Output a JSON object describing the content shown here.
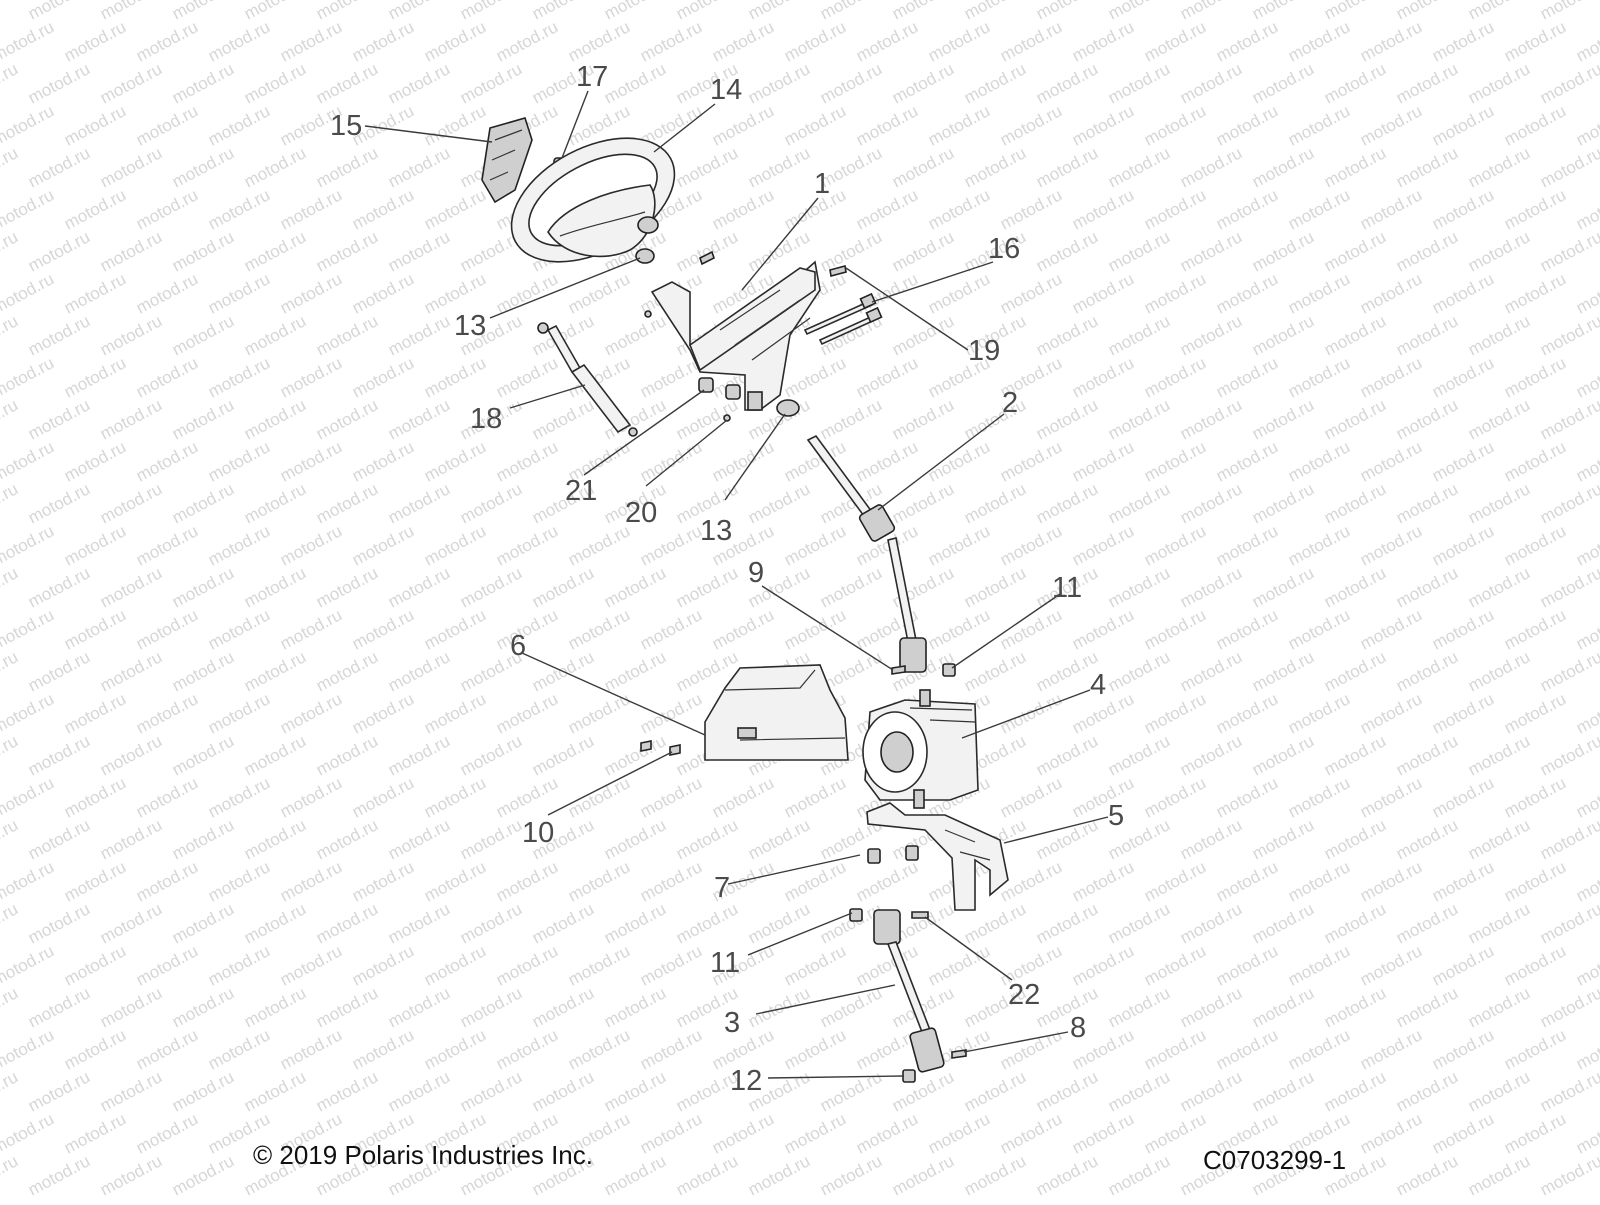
{
  "watermark": "motod.ru",
  "footer": {
    "copyright": "© 2019 Polaris Industries Inc.",
    "drawing_code": "C0703299-1"
  },
  "callouts": [
    {
      "id": "c1",
      "label": "1"
    },
    {
      "id": "c2",
      "label": "2"
    },
    {
      "id": "c3",
      "label": "3"
    },
    {
      "id": "c4",
      "label": "4"
    },
    {
      "id": "c5",
      "label": "5"
    },
    {
      "id": "c6",
      "label": "6"
    },
    {
      "id": "c7",
      "label": "7"
    },
    {
      "id": "c8",
      "label": "8"
    },
    {
      "id": "c9",
      "label": "9"
    },
    {
      "id": "c10",
      "label": "10"
    },
    {
      "id": "c11a",
      "label": "11"
    },
    {
      "id": "c11b",
      "label": "11"
    },
    {
      "id": "c12",
      "label": "12"
    },
    {
      "id": "c13a",
      "label": "13"
    },
    {
      "id": "c13b",
      "label": "13"
    },
    {
      "id": "c14",
      "label": "14"
    },
    {
      "id": "c15",
      "label": "15"
    },
    {
      "id": "c16",
      "label": "16"
    },
    {
      "id": "c17",
      "label": "17"
    },
    {
      "id": "c18",
      "label": "18"
    },
    {
      "id": "c19",
      "label": "19"
    },
    {
      "id": "c20",
      "label": "20"
    },
    {
      "id": "c21",
      "label": "21"
    },
    {
      "id": "c22",
      "label": "22"
    }
  ]
}
